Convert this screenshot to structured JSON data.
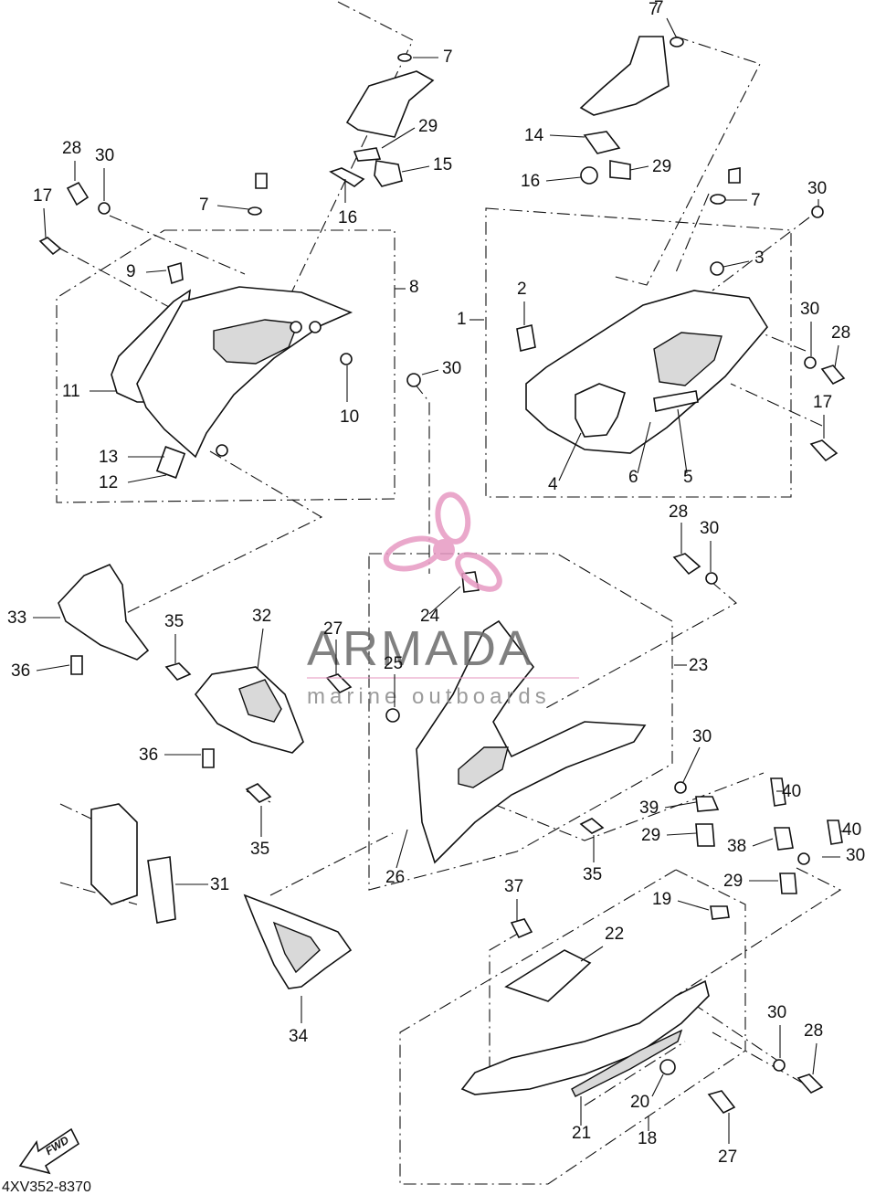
{
  "diagram": {
    "drawing_code": "4XV352-8370",
    "direction_label": "FWD",
    "watermark": {
      "brand": "ARMADA",
      "tagline": "marine outboards",
      "logo_color": "#e79ac3",
      "text_color": "#6b6b6b"
    },
    "callouts": [
      "7",
      "7",
      "29",
      "15",
      "16",
      "28",
      "30",
      "17",
      "7",
      "9",
      "8",
      "11",
      "10",
      "30",
      "13",
      "12",
      "7",
      "14",
      "29",
      "16",
      "7",
      "30",
      "3",
      "2",
      "1",
      "30",
      "28",
      "17",
      "4",
      "6",
      "5",
      "33",
      "35",
      "36",
      "32",
      "36",
      "35",
      "27",
      "25",
      "24",
      "23",
      "28",
      "30",
      "26",
      "35",
      "30",
      "40",
      "39",
      "29",
      "40",
      "38",
      "30",
      "29",
      "31",
      "37",
      "19",
      "22",
      "34",
      "30",
      "28",
      "20",
      "21",
      "18",
      "27"
    ]
  }
}
